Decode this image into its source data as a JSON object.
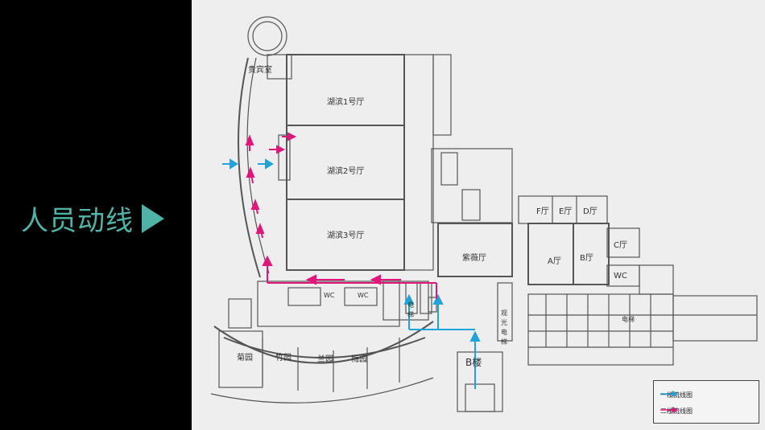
{
  "slide": {
    "title": "人员动线",
    "accent_color": "#4fb3a8",
    "icon": "play-triangle-icon"
  },
  "floorplan": {
    "rooms": {
      "vip_room": "贵宾室",
      "hall1": "湖滨1号厅",
      "hall2": "湖滨2号厅",
      "hall3": "湖滨3号厅",
      "ziwei": "紫薇厅",
      "f_hall": "F厅",
      "e_hall": "E厅",
      "d_hall": "D厅",
      "c_hall": "C厅",
      "a_hall": "A厅",
      "b_hall": "B厅",
      "wc_right": "WC",
      "wc1": "WC",
      "wc2": "WC",
      "juyuan": "菊园",
      "zhuyuan": "竹园",
      "lanyuan": "兰园",
      "meiyuan": "梅园",
      "b_building": "B楼",
      "elevator_label": "电梯",
      "dian": "电",
      "ti": "梯",
      "guan": "观",
      "guang": "光",
      "dian2": "电",
      "ti2": "梯"
    },
    "flow_colors": {
      "first_floor": "#1fa3d8",
      "second_floor": "#e0167a"
    }
  },
  "legend": {
    "first_floor_label": "一楼流线图",
    "second_floor_label": "二楼流线图"
  }
}
